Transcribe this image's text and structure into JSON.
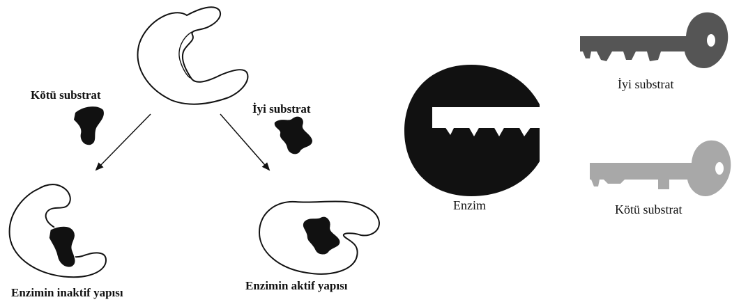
{
  "colors": {
    "ink": "#111111",
    "good_key": "#555555",
    "bad_key": "#a8a8a8",
    "enzyme_fill": "#111111"
  },
  "left_panel": {
    "bad_substrate_label": "Kötü substrat",
    "good_substrate_label": "İyi substrat",
    "inactive_label": "Enzimin inaktif yapısı",
    "active_label": "Enzimin aktif yapısı"
  },
  "right_panel": {
    "enzyme_label": "Enzim",
    "good_key_label": "İyi substrat",
    "bad_key_label": "Kötü substrat"
  }
}
